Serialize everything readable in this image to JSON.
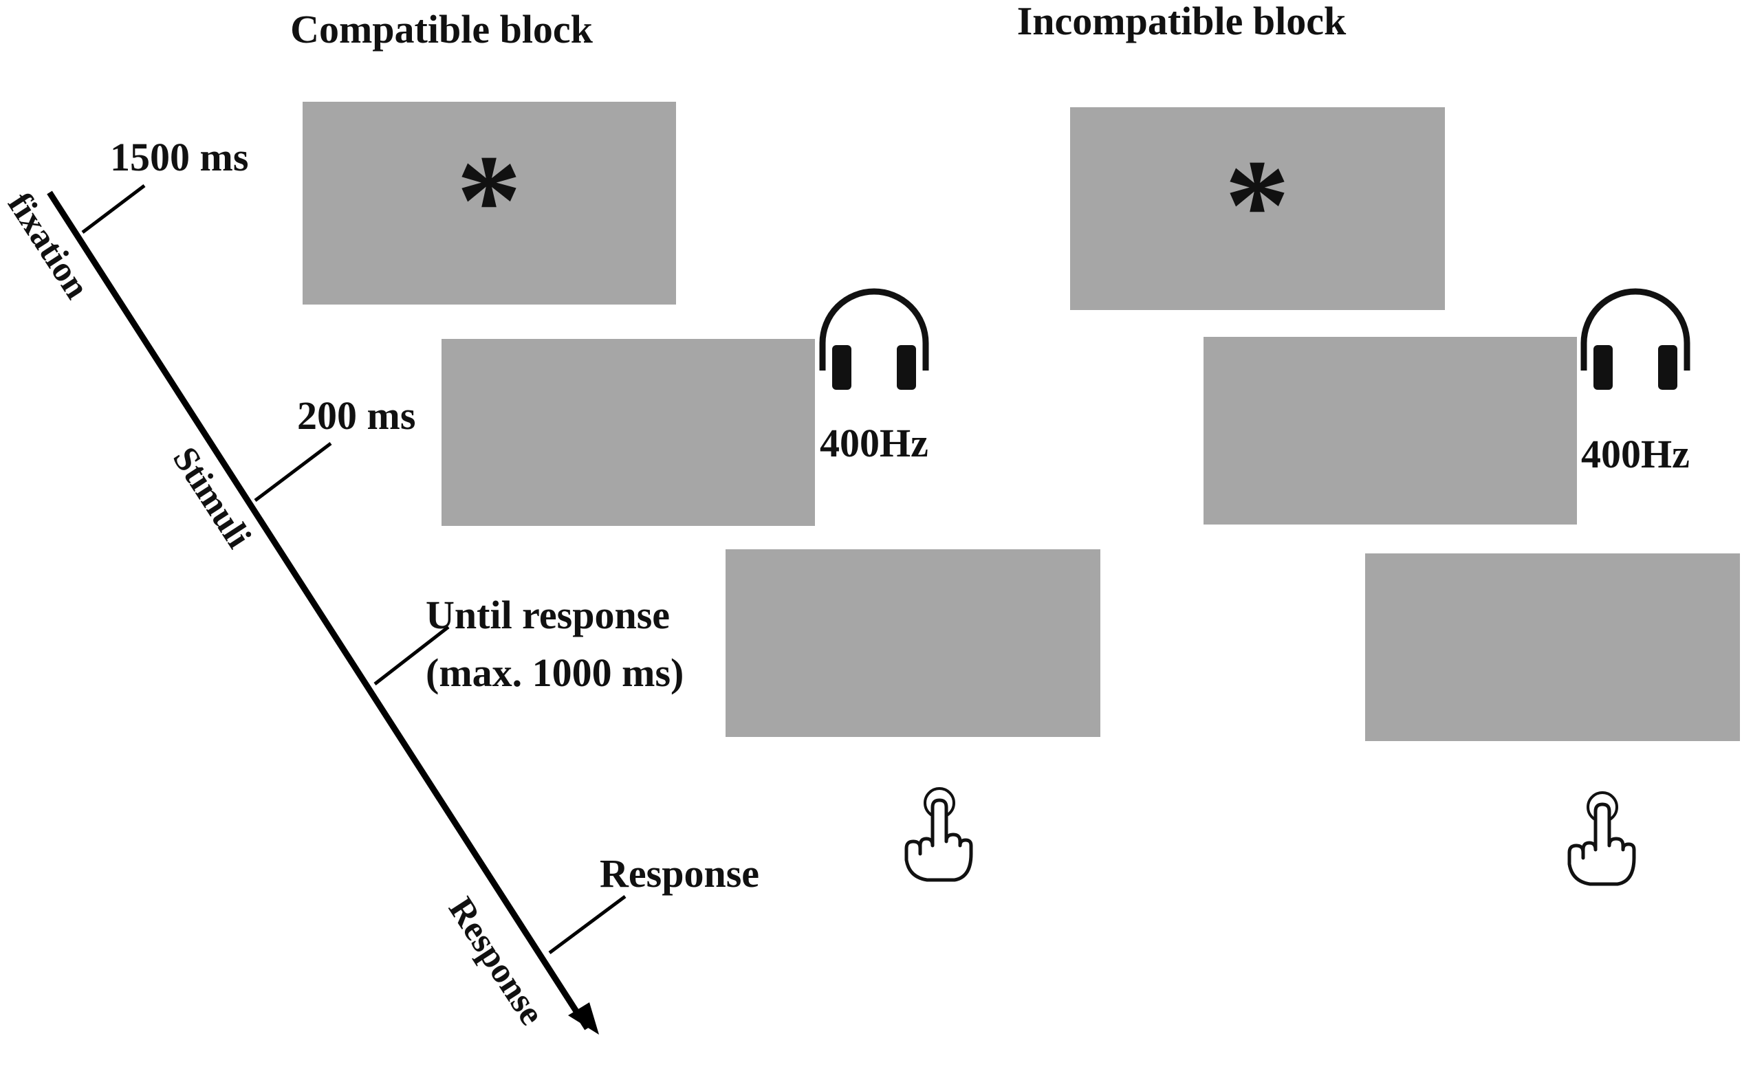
{
  "headings": {
    "compatible": "Compatible block",
    "incompatible": "Incompatible block"
  },
  "timeline": {
    "phase_labels": {
      "fixation": "fixation",
      "stimuli": "Stimuli",
      "response": "Response"
    },
    "durations": {
      "fixation": "1500 ms",
      "stimulus": "200 ms",
      "response_line1": "Until response",
      "response_line2": "(max. 1000 ms)",
      "response_step": "Response"
    }
  },
  "fixation_symbol": "*",
  "tone_label": "400Hz",
  "icons": {
    "audio": "headphones-icon",
    "response": "finger-tap-icon"
  },
  "colors": {
    "screen": "#a6a6a6",
    "ink": "#111111"
  }
}
